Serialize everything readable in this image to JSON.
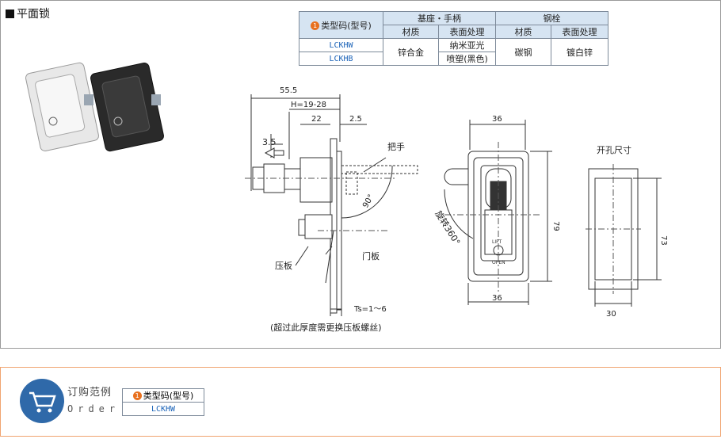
{
  "title": "平面锁",
  "spec_table": {
    "type_label": "类型码(型号)",
    "badge": "1",
    "group_base": "基座・手柄",
    "group_bolt": "钢栓",
    "col_material": "材质",
    "col_surface": "表面处理",
    "rows": [
      {
        "code": "LCKHW",
        "base_surface": "纳米亚光"
      },
      {
        "code": "LCKHB",
        "base_surface": "喷塑(黑色)"
      }
    ],
    "base_material": "锌合金",
    "bolt_material": "碳钢",
    "bolt_surface": "镀白锌"
  },
  "drawing": {
    "dim_total": "55.5",
    "dim_h": "H=19-28",
    "dim_22": "22",
    "dim_25": "2.5",
    "dim_35": "3.5",
    "label_handle": "把手",
    "angle_90": "90°",
    "label_press_plate": "压板",
    "label_door_plate": "门板",
    "ts": "Ts=1～6",
    "note": "(超过此厚度需更换压板螺丝)",
    "front_width_top": "36",
    "front_width_bottom": "36",
    "front_height": "79",
    "rotate_label": "旋转360°",
    "lift": "LIFT",
    "open": "OPEN",
    "cutout_title": "开孔尺寸",
    "cutout_height": "73",
    "cutout_width": "30"
  },
  "order": {
    "title": "订购范例",
    "subtitle": "Order",
    "badge": "1",
    "type_label": "类型码(型号)",
    "code": "LCKHW"
  }
}
